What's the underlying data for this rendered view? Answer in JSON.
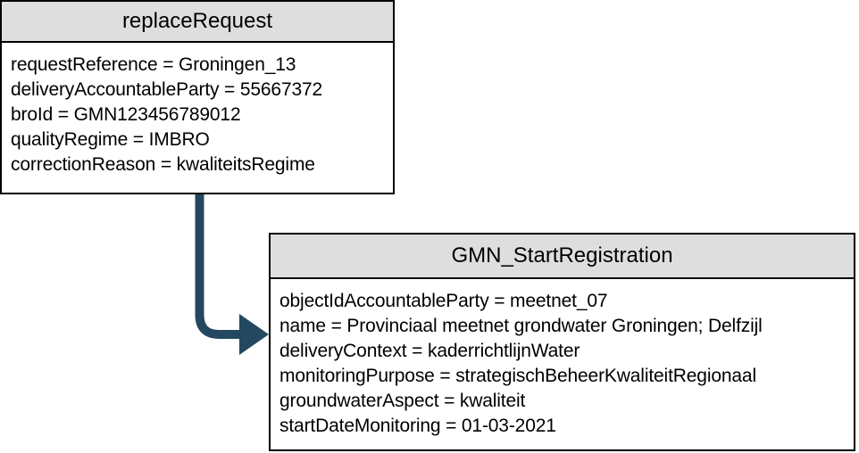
{
  "diagram": {
    "type": "uml-object-diagram",
    "background_color": "#FFFFFF",
    "border_color": "#000000",
    "header_fill": "#DEDEDE",
    "connector_color": "#24485F",
    "boxes": [
      {
        "id": "replaceRequest",
        "title": "replaceRequest",
        "attributes": [
          "requestReference = Groningen_13",
          "deliveryAccountableParty = 55667372",
          "broId = GMN123456789012",
          "qualityRegime = IMBRO",
          "correctionReason = kwaliteitsRegime"
        ]
      },
      {
        "id": "GMN_StartRegistration",
        "title": "GMN_StartRegistration",
        "attributes": [
          "objectIdAccountableParty = meetnet_07",
          "name = Provinciaal meetnet grondwater Groningen; Delfzijl",
          "deliveryContext = kaderrichtlijnWater",
          "monitoringPurpose = strategischBeheerKwaliteitRegionaal",
          "groundwaterAspect = kwaliteit",
          "startDateMonitoring = 01-03-2021"
        ]
      }
    ],
    "connector": {
      "name": "elbow-arrow",
      "from": "replaceRequest",
      "to": "GMN_StartRegistration",
      "style": "solid-elbow-with-arrowhead"
    }
  }
}
